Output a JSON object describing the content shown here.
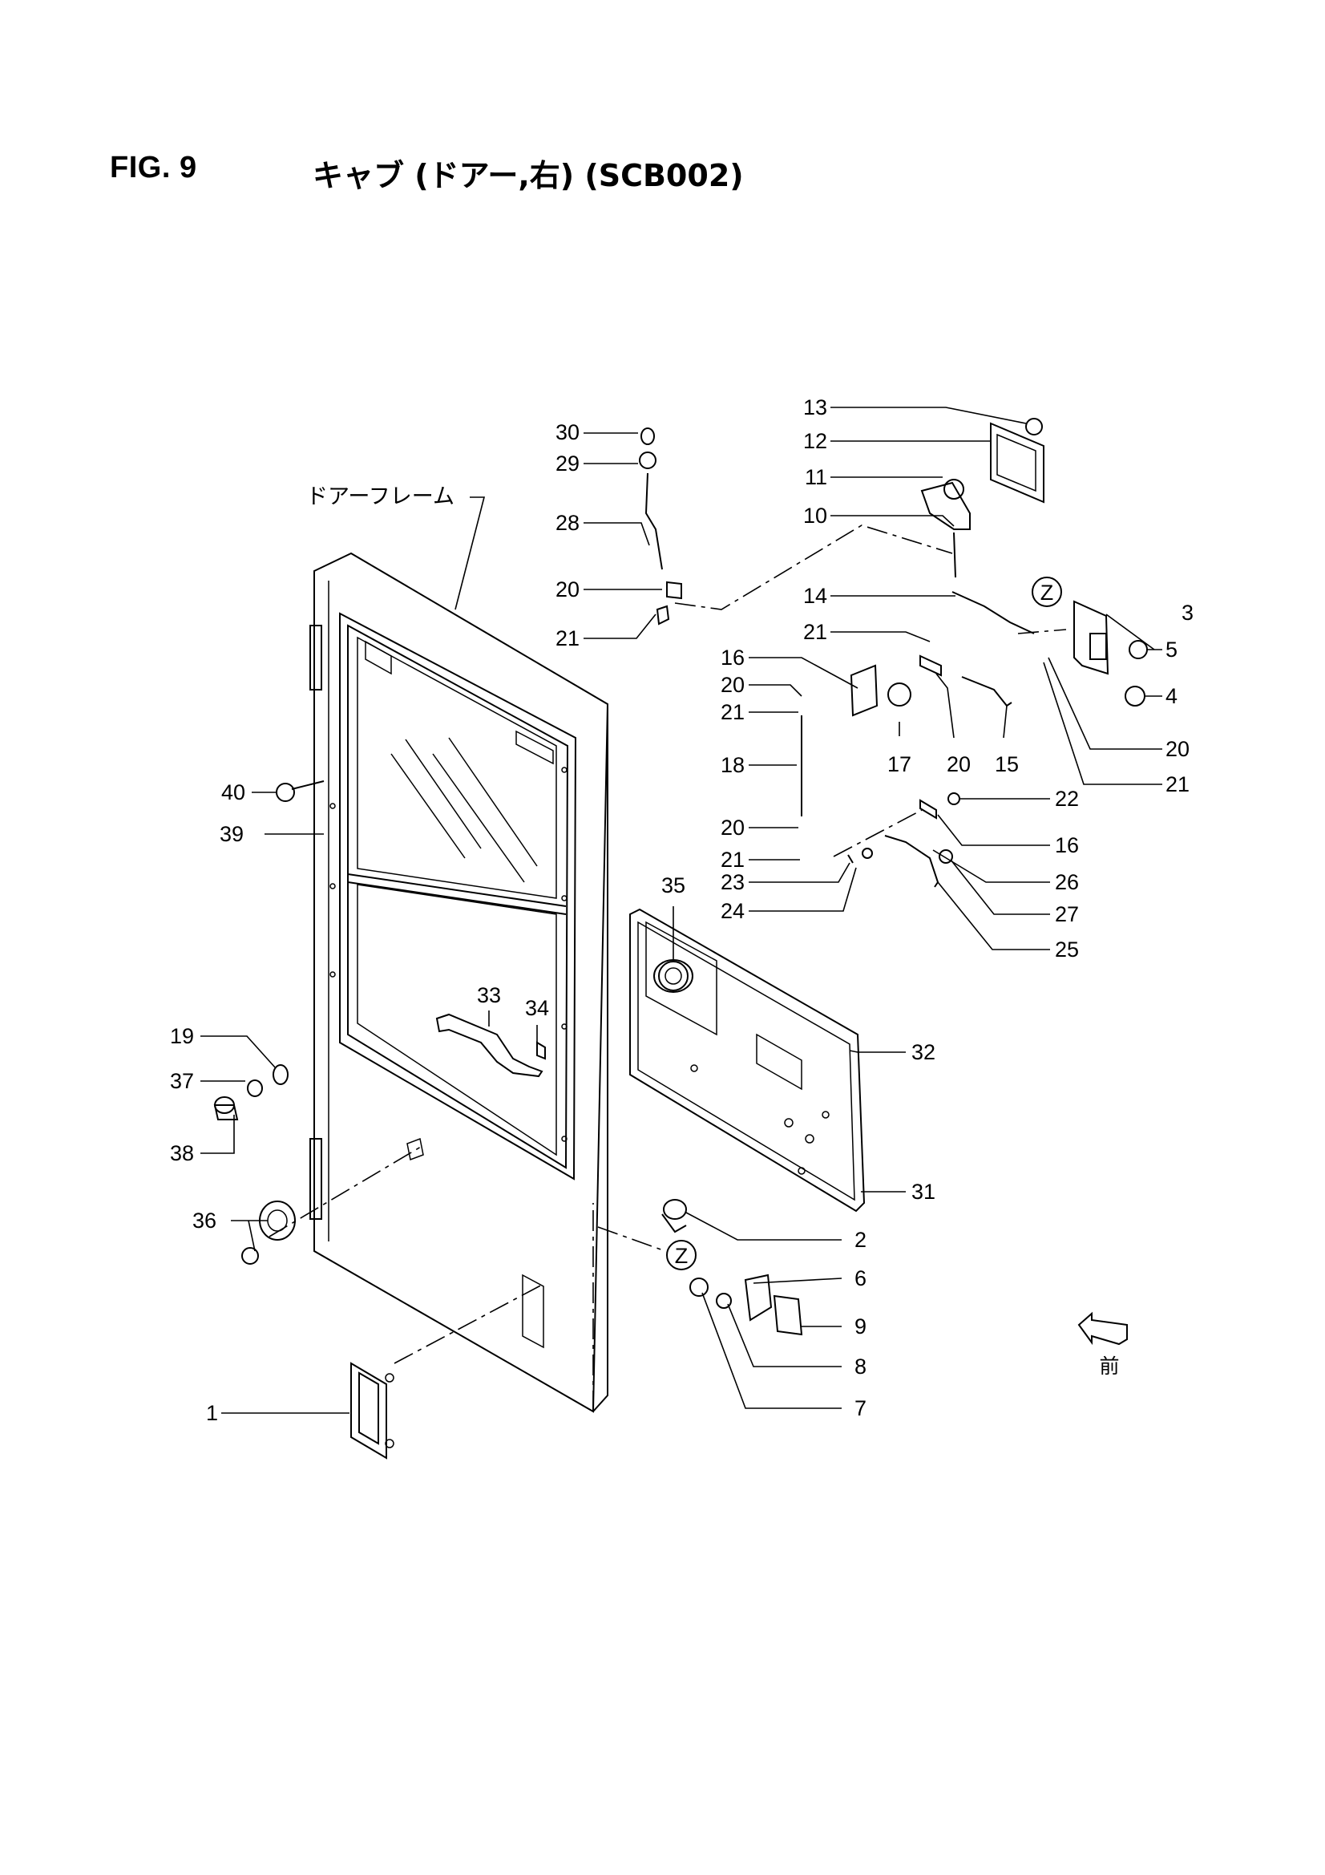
{
  "header": {
    "figure_number": "FIG. 9",
    "title": "キャブ (ドアー,右) (SCB002)"
  },
  "labels": {
    "door_frame": "ドアーフレーム",
    "front": "前",
    "detail_z": "Z"
  },
  "callouts": {
    "c1": "1",
    "c2": "2",
    "c3": "3",
    "c4": "4",
    "c5": "5",
    "c6": "6",
    "c7": "7",
    "c8": "8",
    "c9": "9",
    "c10": "10",
    "c11": "11",
    "c12": "12",
    "c13": "13",
    "c14": "14",
    "c15": "15",
    "c16": "16",
    "c17": "17",
    "c18": "18",
    "c19": "19",
    "c20": "20",
    "c21": "21",
    "c22": "22",
    "c23": "23",
    "c24": "24",
    "c25": "25",
    "c26": "26",
    "c27": "27",
    "c28": "28",
    "c29": "29",
    "c30": "30",
    "c31": "31",
    "c32": "32",
    "c33": "33",
    "c34": "34",
    "c35": "35",
    "c36": "36",
    "c37": "37",
    "c38": "38",
    "c39": "39",
    "c40": "40"
  }
}
